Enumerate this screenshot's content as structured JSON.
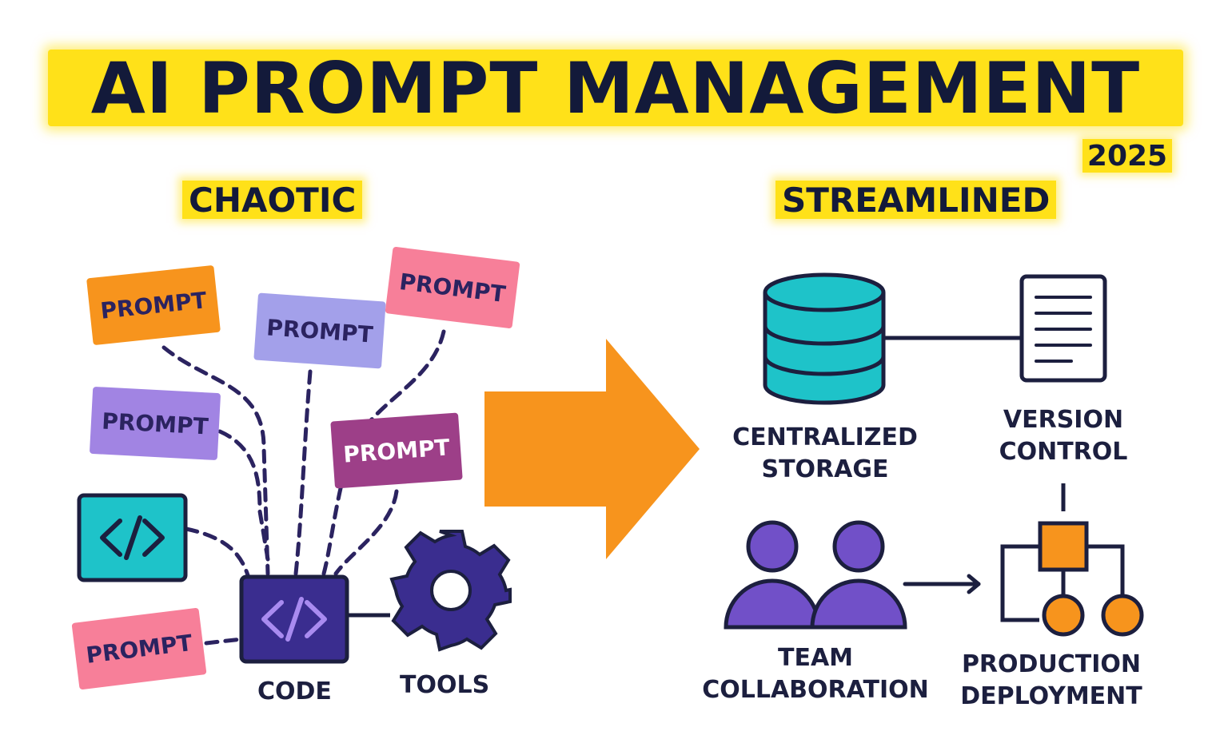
{
  "title": "AI PROMPT MANAGEMENT",
  "year": "2025",
  "left": {
    "heading": "CHAOTIC",
    "prompts": [
      "PROMPT",
      "PROMPT",
      "PROMPT",
      "PROMPT",
      "PROMPT",
      "PROMPT"
    ],
    "code_label": "CODE",
    "tools_label": "TOOLS"
  },
  "right": {
    "heading": "STREAMLINED",
    "storage_label_1": "CENTRALIZED",
    "storage_label_2": "STORAGE",
    "version_label_1": "VERSION",
    "version_label_2": "CONTROL",
    "team_label_1": "TEAM",
    "team_label_2": "COLLABORATION",
    "deploy_label_1": "PRODUCTION",
    "deploy_label_2": "DEPLOYMENT"
  },
  "colors": {
    "highlight": "#ffe119",
    "navy": "#1c1f3f",
    "orange": "#f7941d",
    "teal": "#1ec3c9",
    "purple": "#7150c8",
    "pink": "#f77f99"
  },
  "icons": [
    "code-icon",
    "gear-icon",
    "database-icon",
    "document-icon",
    "team-icon",
    "hierarchy-icon",
    "arrow-right-icon"
  ]
}
